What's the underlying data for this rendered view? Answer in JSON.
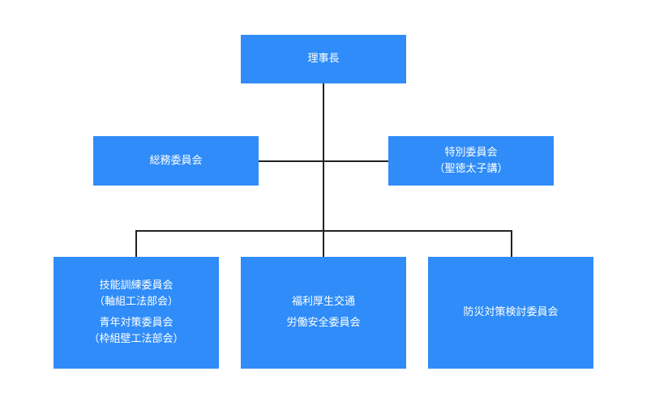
{
  "colors": {
    "box_bg": "#2F8CF8",
    "text": "#FFFFFF",
    "line": "#222222"
  },
  "chart": {
    "root": {
      "lines": [
        "理事長"
      ]
    },
    "middle": [
      {
        "lines": [
          "総務委員会"
        ]
      },
      {
        "lines": [
          "特別委員会",
          "（聖徳太子講）"
        ]
      }
    ],
    "bottom": [
      {
        "lines": [
          "技能訓練委員会",
          "（軸組工法部会）",
          "青年対策委員会",
          "（枠組壁工法部会）"
        ]
      },
      {
        "lines": [
          "福利厚生交通",
          "労働安全委員会"
        ]
      },
      {
        "lines": [
          "防災対策検討委員会"
        ]
      }
    ]
  }
}
